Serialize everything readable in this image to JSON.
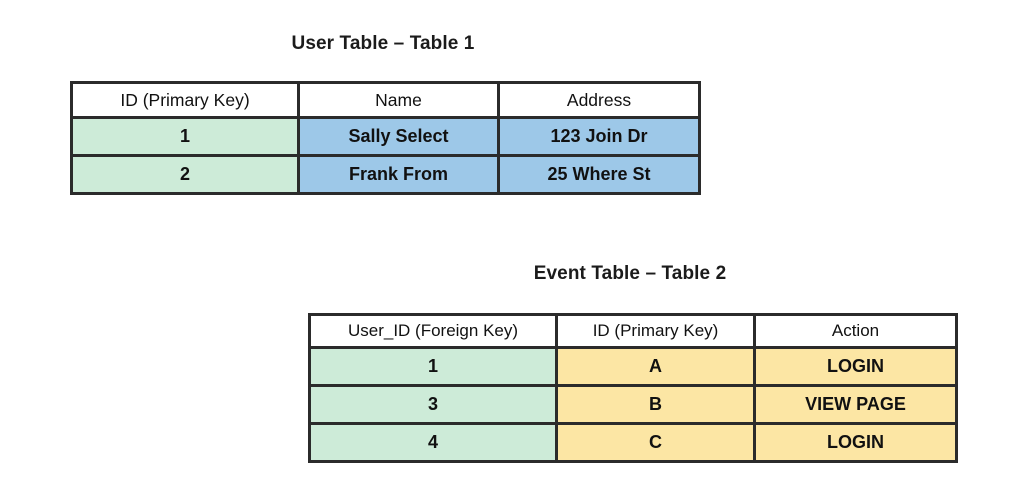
{
  "page": {
    "background": "#ffffff",
    "border_color": "#2b2b2b"
  },
  "palette": {
    "green": "#cdebd8",
    "blue": "#9dc8e8",
    "yellow": "#fce6a4",
    "header_white": "#ffffff",
    "text": "#111111"
  },
  "tables": [
    {
      "id": "user-table",
      "title": "User Table – Table 1",
      "columns": [
        {
          "label": "ID (Primary Key)",
          "fill": "#cdebd8"
        },
        {
          "label": "Name",
          "fill": "#9dc8e8"
        },
        {
          "label": "Address",
          "fill": "#9dc8e8"
        }
      ],
      "rows": [
        [
          "1",
          "Sally Select",
          "123 Join Dr"
        ],
        [
          "2",
          "Frank From",
          "25 Where St"
        ]
      ]
    },
    {
      "id": "event-table",
      "title": "Event Table – Table 2",
      "columns": [
        {
          "label": "User_ID (Foreign Key)",
          "fill": "#cdebd8"
        },
        {
          "label": "ID (Primary Key)",
          "fill": "#fce6a4"
        },
        {
          "label": "Action",
          "fill": "#fce6a4"
        }
      ],
      "rows": [
        [
          "1",
          "A",
          "LOGIN"
        ],
        [
          "3",
          "B",
          "VIEW PAGE"
        ],
        [
          "4",
          "C",
          "LOGIN"
        ]
      ]
    }
  ]
}
